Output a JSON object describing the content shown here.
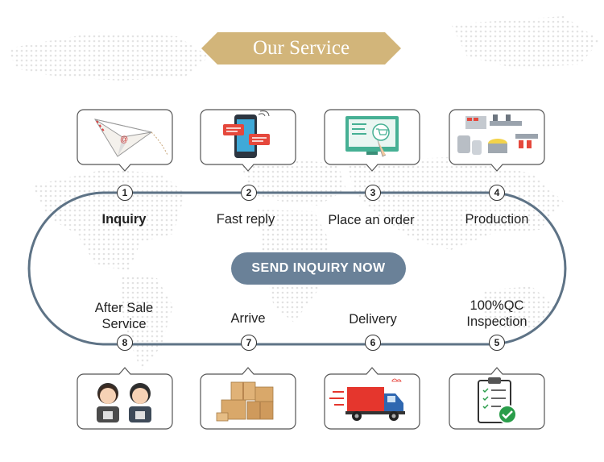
{
  "header": {
    "title": "Our Service"
  },
  "cta": {
    "label": "SEND INQUIRY NOW"
  },
  "steps": [
    {
      "number": "1",
      "label": "Inquiry",
      "icon": "paper-plane-mail-icon"
    },
    {
      "number": "2",
      "label": "Fast reply",
      "icon": "smartphone-chat-icon"
    },
    {
      "number": "3",
      "label": "Place an order",
      "icon": "online-cart-icon"
    },
    {
      "number": "4",
      "label": "Production",
      "icon": "factory-line-icon"
    },
    {
      "number": "5",
      "label_line1": "100%QC",
      "label_line2": "Inspection",
      "icon": "checklist-clipboard-icon"
    },
    {
      "number": "6",
      "label": "Delivery",
      "icon": "delivery-truck-icon"
    },
    {
      "number": "7",
      "label": "Arrive",
      "icon": "cardboard-boxes-icon"
    },
    {
      "number": "8",
      "label_line1": "After Sale",
      "label_line2": "Service",
      "icon": "customer-service-agents-icon"
    }
  ],
  "colors": {
    "banner": "#d2b57a",
    "track": "#5e7386",
    "cta": "#6a8198",
    "cart_screen": "#46b094",
    "truck": "#e5362d",
    "truck_cab": "#2f67b0"
  }
}
